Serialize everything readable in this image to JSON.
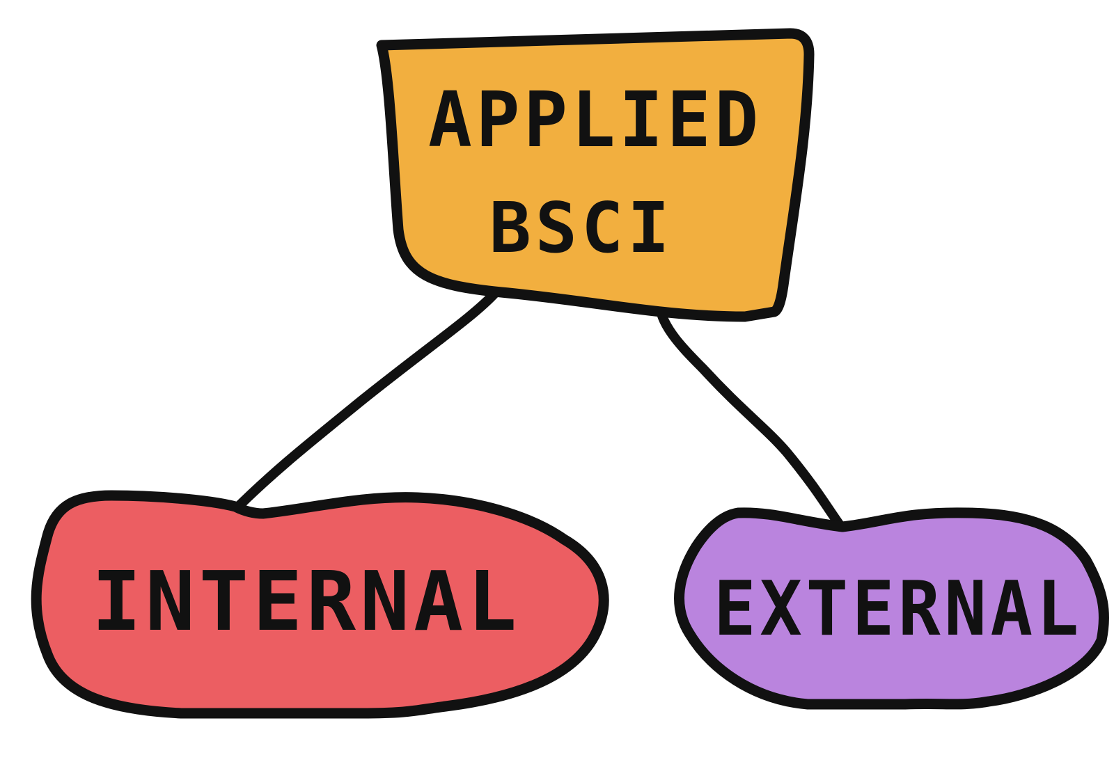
{
  "diagram": {
    "nodes": {
      "root": {
        "lines": [
          "APPLIED",
          "BSCI"
        ],
        "color": "#F2AF3F"
      },
      "internal": {
        "label": "INTERNAL",
        "color": "#EC5E62"
      },
      "external": {
        "label": "EXTERNAL",
        "color": "#BA84DE"
      }
    },
    "outline_color": "#111111",
    "edges": [
      {
        "from": "root",
        "to": "internal"
      },
      {
        "from": "root",
        "to": "external"
      }
    ]
  }
}
